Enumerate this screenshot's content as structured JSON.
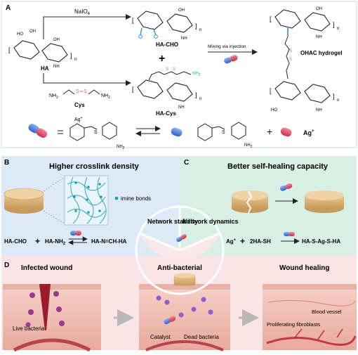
{
  "panel_a": {
    "letter": "A",
    "reagent_naio4": "NaIO",
    "reagent_naio4_sub": "4",
    "label_ha_cho": "HA-CHO",
    "label_ha": "HA",
    "label_cys": "Cys",
    "label_ha_cys": "HA-Cys",
    "plus": "+",
    "mixing_label": "Mixing via injection",
    "ohac_label": "OHAC hydrogel",
    "repeat_n": "n",
    "group_nh2": "NH",
    "group_nh2_sub": "2",
    "group_sh": "S",
    "group_oh": "OH",
    "group_ho": "HO",
    "group_nh": "NH",
    "ag_plus": "Ag",
    "ag_plus_sup": "+",
    "equilibrium_plus": "+"
  },
  "panel_b": {
    "letter": "B",
    "title": "Higher crosslink density",
    "legend_imine": "imine bonds",
    "eq_left": "HA-CHO",
    "eq_plus": "+",
    "eq_mid": "HA-NH",
    "eq_mid_sub": "2",
    "eq_right": "HA-N=CH-HA"
  },
  "panel_c": {
    "letter": "C",
    "title": "Better self-healing capacity",
    "eq_left": "Ag",
    "eq_left_sup": "+",
    "eq_plus": "+",
    "eq_mid": "2HA-SH",
    "eq_right": "HA-S-Ag-S-HA"
  },
  "center": {
    "network_stability": "Network stability",
    "network_dynamics": "Network dynamics",
    "anti_bacterial": "Anti-bacterial"
  },
  "panel_d": {
    "letter": "D",
    "infected_wound": "Infected wound",
    "wound_healing": "Wound healing",
    "live_bacteria": "Live bacteria",
    "catalyst": "Catalyst",
    "dead_bacteria": "Dead bacteria",
    "proliferating_fibroblasts": "Proliferating fibroblasts",
    "blood_vessel": "Blood vessel"
  },
  "colors": {
    "panel_b_bg": "#dce9f7",
    "panel_c_bg": "#d7efe4",
    "panel_d_bg": "#fbe4e6",
    "aldehyde_blue": "#2f8fd8",
    "thiol_pink": "#e85a8a",
    "cys_teal": "#1aa0b0",
    "pill_red": "#d9435a",
    "pill_blue": "#3f78d8",
    "hydrogel_tan": "#d9b27a"
  }
}
